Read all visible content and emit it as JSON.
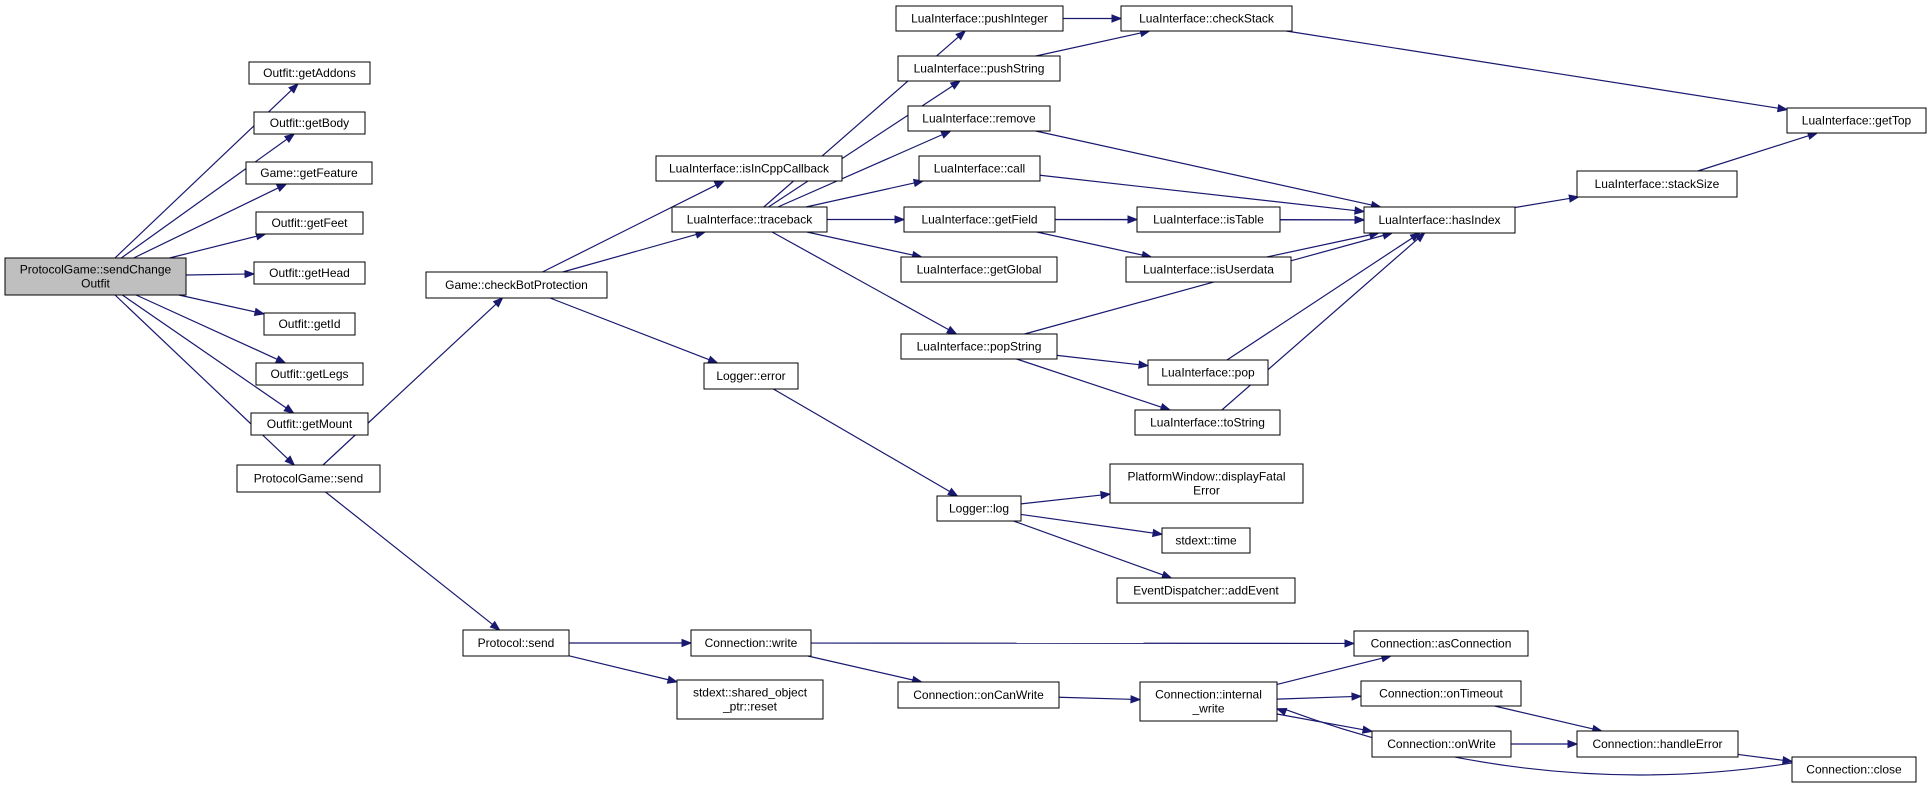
{
  "nodes": [
    {
      "id": "root",
      "lines": [
        "ProtocolGame::sendChange",
        "Outfit"
      ],
      "root": true
    },
    {
      "id": "getAddons",
      "lines": [
        "Outfit::getAddons"
      ]
    },
    {
      "id": "getBody",
      "lines": [
        "Outfit::getBody"
      ]
    },
    {
      "id": "getFeature",
      "lines": [
        "Game::getFeature"
      ]
    },
    {
      "id": "getFeet",
      "lines": [
        "Outfit::getFeet"
      ]
    },
    {
      "id": "getHead",
      "lines": [
        "Outfit::getHead"
      ]
    },
    {
      "id": "getId",
      "lines": [
        "Outfit::getId"
      ]
    },
    {
      "id": "getLegs",
      "lines": [
        "Outfit::getLegs"
      ]
    },
    {
      "id": "getMount",
      "lines": [
        "Outfit::getMount"
      ]
    },
    {
      "id": "pgSend",
      "lines": [
        "ProtocolGame::send"
      ]
    },
    {
      "id": "checkBot",
      "lines": [
        "Game::checkBotProtection"
      ]
    },
    {
      "id": "protoSend",
      "lines": [
        "Protocol::send"
      ]
    },
    {
      "id": "isInCpp",
      "lines": [
        "LuaInterface::isInCppCallback"
      ]
    },
    {
      "id": "traceback",
      "lines": [
        "LuaInterface::traceback"
      ]
    },
    {
      "id": "loggerError",
      "lines": [
        "Logger::error"
      ]
    },
    {
      "id": "connWrite",
      "lines": [
        "Connection::write"
      ]
    },
    {
      "id": "sharedReset",
      "lines": [
        "stdext::shared_object",
        "_ptr::reset"
      ]
    },
    {
      "id": "pushInteger",
      "lines": [
        "LuaInterface::pushInteger"
      ]
    },
    {
      "id": "pushString",
      "lines": [
        "LuaInterface::pushString"
      ]
    },
    {
      "id": "remove",
      "lines": [
        "LuaInterface::remove"
      ]
    },
    {
      "id": "call",
      "lines": [
        "LuaInterface::call"
      ]
    },
    {
      "id": "getField",
      "lines": [
        "LuaInterface::getField"
      ]
    },
    {
      "id": "getGlobal",
      "lines": [
        "LuaInterface::getGlobal"
      ]
    },
    {
      "id": "popString",
      "lines": [
        "LuaInterface::popString"
      ]
    },
    {
      "id": "loggerLog",
      "lines": [
        "Logger::log"
      ]
    },
    {
      "id": "onCanWrite",
      "lines": [
        "Connection::onCanWrite"
      ]
    },
    {
      "id": "checkStack",
      "lines": [
        "LuaInterface::checkStack"
      ]
    },
    {
      "id": "isTable",
      "lines": [
        "LuaInterface::isTable"
      ]
    },
    {
      "id": "isUserdata",
      "lines": [
        "LuaInterface::isUserdata"
      ]
    },
    {
      "id": "pop",
      "lines": [
        "LuaInterface::pop"
      ]
    },
    {
      "id": "toString",
      "lines": [
        "LuaInterface::toString"
      ]
    },
    {
      "id": "displayFatal",
      "lines": [
        "PlatformWindow::displayFatal",
        "Error"
      ]
    },
    {
      "id": "stdextTime",
      "lines": [
        "stdext::time"
      ]
    },
    {
      "id": "addEvent",
      "lines": [
        "EventDispatcher::addEvent"
      ]
    },
    {
      "id": "internalWrite",
      "lines": [
        "Connection::internal",
        "_write"
      ]
    },
    {
      "id": "hasIndex",
      "lines": [
        "LuaInterface::hasIndex"
      ]
    },
    {
      "id": "asConnection",
      "lines": [
        "Connection::asConnection"
      ]
    },
    {
      "id": "onTimeout",
      "lines": [
        "Connection::onTimeout"
      ]
    },
    {
      "id": "onWrite",
      "lines": [
        "Connection::onWrite"
      ]
    },
    {
      "id": "stackSize",
      "lines": [
        "LuaInterface::stackSize"
      ]
    },
    {
      "id": "getTop",
      "lines": [
        "LuaInterface::getTop"
      ]
    },
    {
      "id": "handleError",
      "lines": [
        "Connection::handleError"
      ]
    },
    {
      "id": "close",
      "lines": [
        "Connection::close"
      ]
    }
  ],
  "edges": [
    [
      "root",
      "getAddons"
    ],
    [
      "root",
      "getBody"
    ],
    [
      "root",
      "getFeature"
    ],
    [
      "root",
      "getFeet"
    ],
    [
      "root",
      "getHead"
    ],
    [
      "root",
      "getId"
    ],
    [
      "root",
      "getLegs"
    ],
    [
      "root",
      "getMount"
    ],
    [
      "root",
      "pgSend"
    ],
    [
      "pgSend",
      "checkBot"
    ],
    [
      "pgSend",
      "protoSend"
    ],
    [
      "checkBot",
      "isInCpp"
    ],
    [
      "checkBot",
      "traceback"
    ],
    [
      "checkBot",
      "loggerError"
    ],
    [
      "traceback",
      "pushInteger"
    ],
    [
      "traceback",
      "pushString"
    ],
    [
      "traceback",
      "remove"
    ],
    [
      "traceback",
      "call"
    ],
    [
      "traceback",
      "getField"
    ],
    [
      "traceback",
      "getGlobal"
    ],
    [
      "traceback",
      "popString"
    ],
    [
      "pushInteger",
      "checkStack"
    ],
    [
      "pushString",
      "checkStack"
    ],
    [
      "checkStack",
      "getTop"
    ],
    [
      "remove",
      "hasIndex"
    ],
    [
      "call",
      "hasIndex"
    ],
    [
      "getField",
      "hasIndex"
    ],
    [
      "getField",
      "isTable"
    ],
    [
      "getField",
      "isUserdata"
    ],
    [
      "isTable",
      "hasIndex"
    ],
    [
      "isUserdata",
      "hasIndex"
    ],
    [
      "popString",
      "hasIndex"
    ],
    [
      "popString",
      "pop"
    ],
    [
      "popString",
      "toString"
    ],
    [
      "pop",
      "hasIndex"
    ],
    [
      "toString",
      "hasIndex"
    ],
    [
      "hasIndex",
      "stackSize"
    ],
    [
      "stackSize",
      "getTop"
    ],
    [
      "loggerError",
      "loggerLog"
    ],
    [
      "loggerLog",
      "displayFatal"
    ],
    [
      "loggerLog",
      "stdextTime"
    ],
    [
      "loggerLog",
      "addEvent"
    ],
    [
      "protoSend",
      "connWrite"
    ],
    [
      "protoSend",
      "sharedReset"
    ],
    [
      "connWrite",
      "asConnection"
    ],
    [
      "connWrite",
      "onCanWrite"
    ],
    [
      "onCanWrite",
      "internalWrite"
    ],
    [
      "internalWrite",
      "asConnection"
    ],
    [
      "internalWrite",
      "onTimeout"
    ],
    [
      "internalWrite",
      "onWrite"
    ],
    [
      "onTimeout",
      "handleError"
    ],
    [
      "onWrite",
      "handleError"
    ],
    [
      "handleError",
      "close"
    ],
    [
      "close",
      "internalWrite"
    ]
  ]
}
